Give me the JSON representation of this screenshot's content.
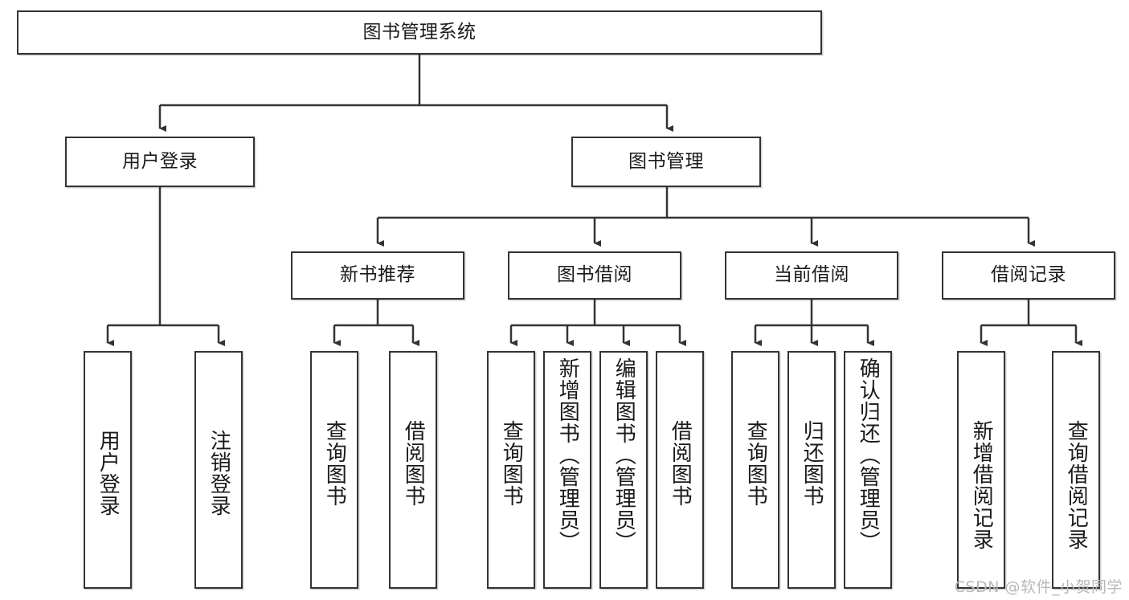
{
  "diagram": {
    "title": "图书管理系统",
    "type": "hierarchy-tree",
    "watermark": "CSDN @软件_小贺同学",
    "colors": {
      "line": "#333333",
      "box_border": "#333333",
      "box_fill": "#ffffff",
      "text": "#1a1a1a",
      "watermark": "#b8b8b8"
    },
    "root": {
      "label": "图书管理系统"
    },
    "level2": [
      {
        "label": "用户登录"
      },
      {
        "label": "图书管理"
      }
    ],
    "level3": [
      {
        "label": "新书推荐"
      },
      {
        "label": "图书借阅"
      },
      {
        "label": "当前借阅"
      },
      {
        "label": "借阅记录"
      }
    ],
    "leaves": {
      "user_login": [
        {
          "label": "用户登录"
        },
        {
          "label": "注销登录"
        }
      ],
      "new_book_recommend": [
        {
          "label": "查询图书"
        },
        {
          "label": "借阅图书"
        }
      ],
      "book_borrow": [
        {
          "label": "查询图书"
        },
        {
          "label": "新增图书（管理员）"
        },
        {
          "label": "编辑图书（管理员）"
        },
        {
          "label": "借阅图书"
        }
      ],
      "current_borrow": [
        {
          "label": "查询图书"
        },
        {
          "label": "归还图书"
        },
        {
          "label": "确认归还（管理员）"
        }
      ],
      "borrow_record": [
        {
          "label": "新增借阅记录"
        },
        {
          "label": "查询借阅记录"
        }
      ]
    }
  }
}
